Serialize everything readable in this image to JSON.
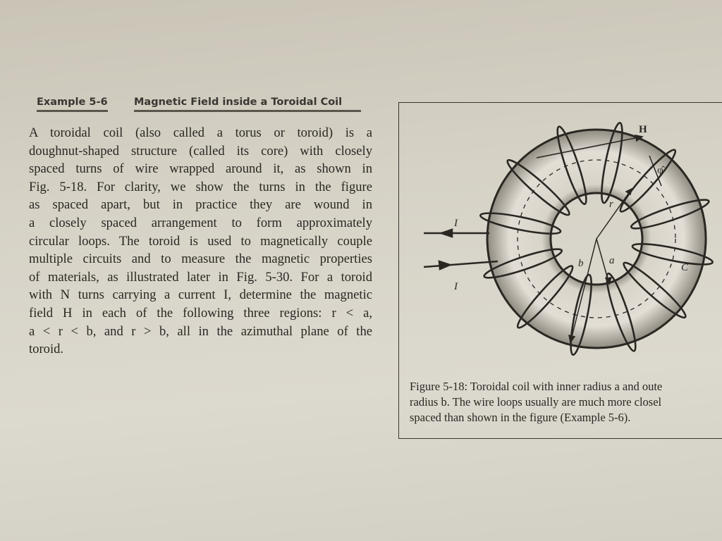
{
  "example": {
    "label": "Example 5-6",
    "title": "Magnetic Field inside a Toroidal Coil",
    "lines": [
      "A toroidal coil (also called a torus or toroid) is a",
      "doughnut-shaped structure (called its core) with closely",
      "spaced turns of wire wrapped around it, as shown in",
      "Fig. 5-18. For clarity, we show the turns in the figure",
      "as spaced apart, but in practice they are wound in",
      "a closely spaced arrangement to form approximately",
      "circular loops. The toroid is used to magnetically couple",
      "multiple circuits and to measure the magnetic properties",
      "of materials, as illustrated later in Fig. 5-30. For a toroid",
      "with N turns carrying a current I, determine the magnetic",
      "field H in each of the following three regions: r < a,",
      "a < r < b, and r > b, all in the azimuthal plane of the",
      "toroid."
    ]
  },
  "figure": {
    "labels": {
      "H": "H",
      "phi": "φ̂",
      "r": "r",
      "a": "a",
      "b": "b",
      "C": "C",
      "I_in": "I",
      "I_out": "I"
    },
    "caption": [
      "Figure 5-18: Toroidal coil with inner radius a and oute",
      "radius b. The wire loops usually are much more closel",
      "spaced than shown in the figure (Example 5-6)."
    ]
  }
}
